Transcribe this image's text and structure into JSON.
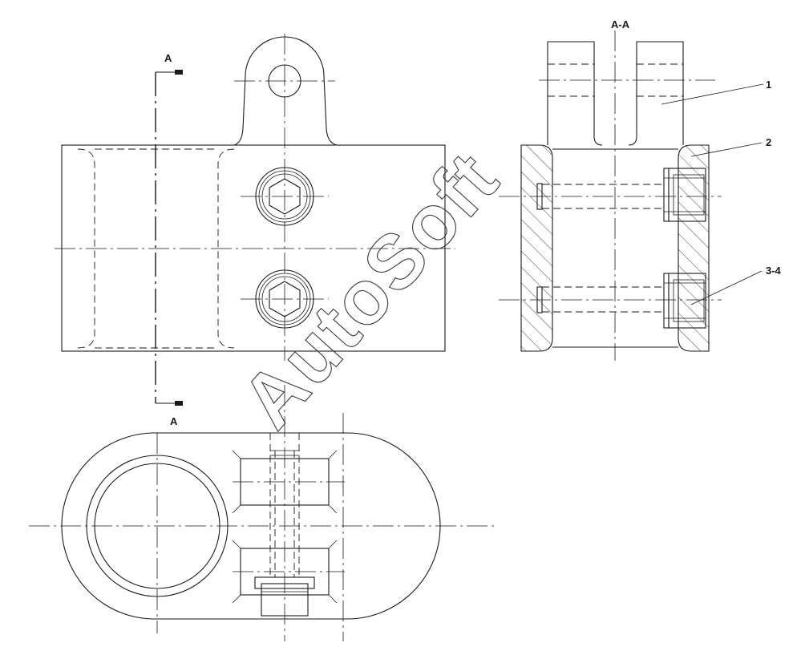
{
  "labels": {
    "section_top": "A",
    "section_bottom": "A",
    "section_title": "A-A",
    "callout_1": "1",
    "callout_2": "2",
    "callout_3": "3-4"
  },
  "watermark": "AutoSoft",
  "colors": {
    "line": "#1a1a1a",
    "background": "#ffffff",
    "hatch": "#1a1a1a"
  }
}
